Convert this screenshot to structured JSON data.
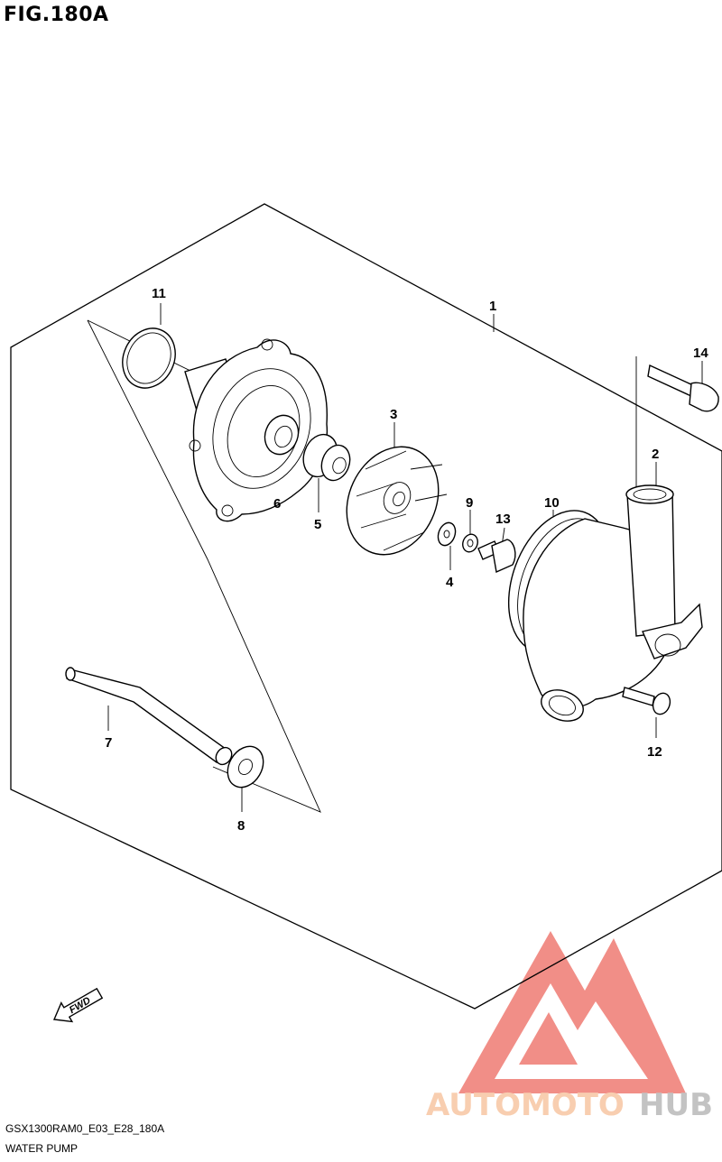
{
  "figure": {
    "title": "FIG.180A"
  },
  "callouts": [
    "1",
    "2",
    "3",
    "4",
    "5",
    "6",
    "7",
    "8",
    "9",
    "10",
    "11",
    "12",
    "13",
    "14"
  ],
  "fwd_label": "FWD",
  "watermark": {
    "text_a": "AUTOMOTO",
    "text_b": "HUB",
    "color_a": "#f7c6a3",
    "color_b": "#b9b9b9",
    "logo_color": "#ef7b73"
  },
  "footer": {
    "code": "GSX1300RAM0_E03_E28_180A",
    "name": "WATER PUMP"
  }
}
